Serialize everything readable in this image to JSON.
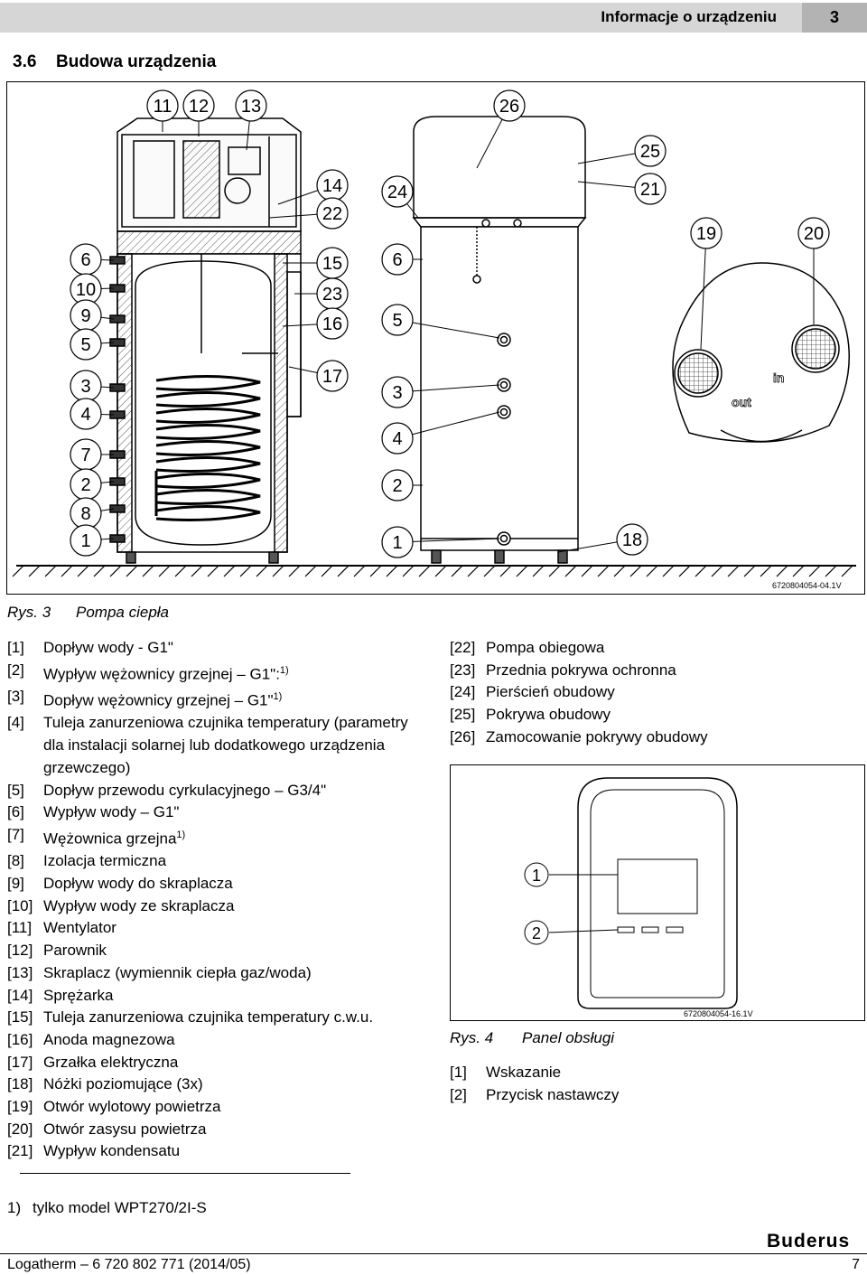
{
  "header": {
    "title": "Informacje o urządzeniu",
    "chapter": "3"
  },
  "section": {
    "number": "3.6",
    "title": "Budowa urządzenia"
  },
  "figure3": {
    "code": "6720804054-04.1V",
    "caption_label": "Rys. 3",
    "caption_text": "Pompa ciepła",
    "callouts_left": [
      "11",
      "12",
      "13",
      "14",
      "22",
      "15",
      "23",
      "16",
      "17",
      "6",
      "10",
      "9",
      "5",
      "3",
      "4",
      "7",
      "2",
      "8",
      "1"
    ],
    "callouts_mid": [
      "26",
      "25",
      "21",
      "24",
      "6",
      "5",
      "3",
      "4",
      "2",
      "1",
      "18"
    ],
    "callouts_right": [
      "19",
      "20"
    ],
    "port_labels": [
      "out",
      "in"
    ]
  },
  "legend_left": [
    {
      "n": "[1]",
      "t": "Dopływ wody - G1\""
    },
    {
      "n": "[2]",
      "t": "Wypływ wężownicy grzejnej – G1\":",
      "sup": "1)"
    },
    {
      "n": "[3]",
      "t": "Dopływ wężownicy grzejnej – G1\"",
      "sup": "1)"
    },
    {
      "n": "[4]",
      "t": "Tuleja zanurzeniowa czujnika temperatury (parametry dla instalacji solarnej lub dodatkowego urządzenia grzewczego)"
    },
    {
      "n": "[5]",
      "t": "Dopływ przewodu cyrkulacyjnego – G3/4\""
    },
    {
      "n": "[6]",
      "t": "Wypływ wody – G1\""
    },
    {
      "n": "[7]",
      "t": "Wężownica grzejna",
      "sup": "1)"
    },
    {
      "n": "[8]",
      "t": "Izolacja termiczna"
    },
    {
      "n": "[9]",
      "t": "Dopływ wody do skraplacza"
    },
    {
      "n": "[10]",
      "t": "Wypływ wody ze skraplacza"
    },
    {
      "n": "[11]",
      "t": "Wentylator"
    },
    {
      "n": "[12]",
      "t": "Parownik"
    },
    {
      "n": "[13]",
      "t": "Skraplacz (wymiennik ciepła gaz/woda)"
    },
    {
      "n": "[14]",
      "t": "Sprężarka"
    },
    {
      "n": "[15]",
      "t": "Tuleja zanurzeniowa czujnika temperatury c.w.u."
    },
    {
      "n": "[16]",
      "t": "Anoda magnezowa"
    },
    {
      "n": "[17]",
      "t": "Grzałka elektryczna"
    },
    {
      "n": "[18]",
      "t": "Nóżki poziomujące (3x)"
    },
    {
      "n": "[19]",
      "t": "Otwór wylotowy powietrza"
    },
    {
      "n": "[20]",
      "t": "Otwór zasysu powietrza"
    },
    {
      "n": "[21]",
      "t": "Wypływ kondensatu"
    }
  ],
  "legend_right": [
    {
      "n": "[22]",
      "t": "Pompa obiegowa"
    },
    {
      "n": "[23]",
      "t": "Przednia pokrywa ochronna"
    },
    {
      "n": "[24]",
      "t": "Pierścień obudowy"
    },
    {
      "n": "[25]",
      "t": "Pokrywa obudowy"
    },
    {
      "n": "[26]",
      "t": "Zamocowanie pokrywy obudowy"
    }
  ],
  "figure4": {
    "code": "6720804054-16.1V",
    "caption_label": "Rys. 4",
    "caption_text": "Panel obsługi",
    "callouts": [
      "1",
      "2"
    ]
  },
  "legend_fig4": [
    {
      "n": "[1]",
      "t": "Wskazanie"
    },
    {
      "n": "[2]",
      "t": "Przycisk nastawczy"
    }
  ],
  "footnote": {
    "mark": "1)",
    "text": "tylko model WPT270/2I-S"
  },
  "footer": {
    "doc": "Logatherm – 6 720 802 771 (2014/05)",
    "page": "7",
    "brand": "Buderus"
  }
}
